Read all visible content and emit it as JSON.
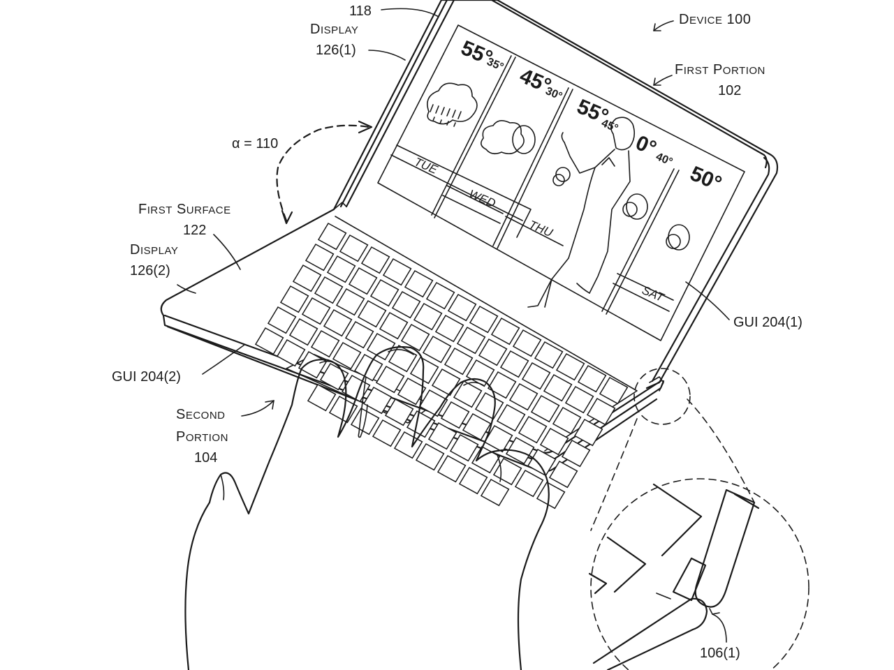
{
  "labels": {
    "ref_118": "118",
    "display_1": "Display",
    "display_1_ref": "126(1)",
    "device": "Device 100",
    "first_portion": "First portion",
    "first_portion_ref": "102",
    "angle": "α = 110",
    "first_surface": "First surface",
    "first_surface_ref": "122",
    "display_2": "Display",
    "display_2_ref": "126(2)",
    "gui_1": "GUI 204(1)",
    "gui_2": "GUI 204(2)",
    "second_portion_a": "Second",
    "second_portion_b": "portion",
    "second_portion_ref": "104",
    "hinge_ref": "106(1)"
  },
  "screen": {
    "days": [
      {
        "day": "TUE",
        "high": "55°",
        "low": "35°",
        "icon": "rain-cloud-icon"
      },
      {
        "day": "WED",
        "high": "45°",
        "low": "30°",
        "icon": "partly-cloudy-icon"
      },
      {
        "day": "THU",
        "high": "55°",
        "low": "45°",
        "icon": "partly-cloudy-icon"
      },
      {
        "day": "",
        "high": "0°",
        "low": "40°",
        "icon": "partly-cloudy-icon"
      },
      {
        "day": "SAT",
        "high": "50°",
        "low": "",
        "icon": "partly-cloudy-icon"
      }
    ]
  }
}
